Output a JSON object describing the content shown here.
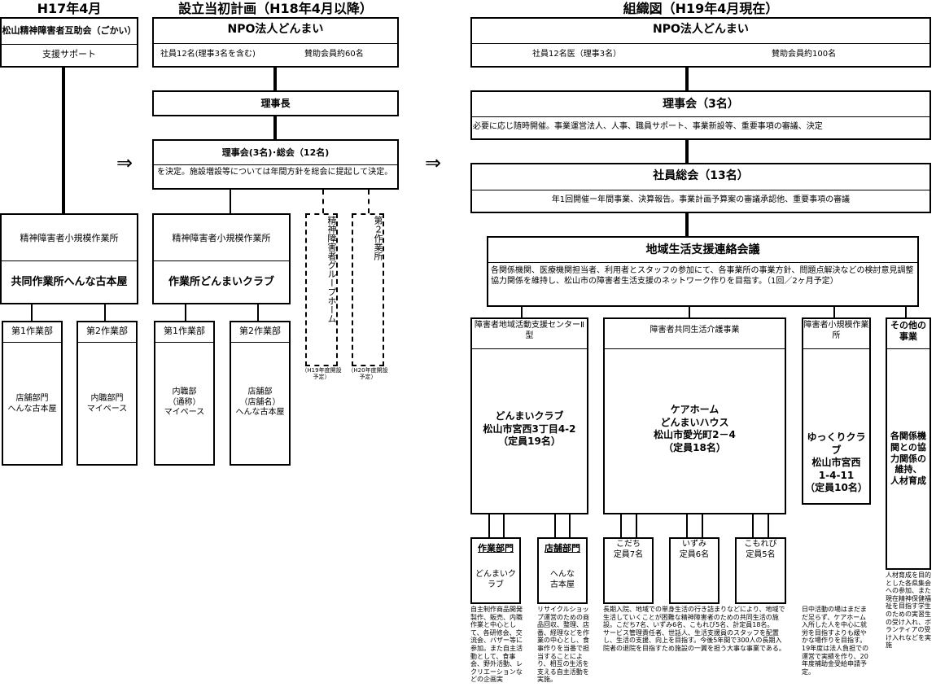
{
  "headers": {
    "h17": "H17年4月",
    "plan": "設立当初計画（H18年4月以降）",
    "org": "組織図（H19年4月現在）"
  },
  "arrows": [
    "⇒",
    "⇒"
  ],
  "col1": {
    "group": "松山精神障害者互助会（ごかい）",
    "support": "支援サポート",
    "facility_label": "精神障害者小規模作業所",
    "facility_name": "共同作業所へんな古本屋",
    "dept1": {
      "title": "第1作業部",
      "body": "店舗部門\nへんな古本屋"
    },
    "dept2": {
      "title": "第2作業部",
      "body": "内職部門\nマイペース"
    }
  },
  "col2": {
    "npo": "NPO法人どんまい",
    "members": "社員12名(理事3名を含む)",
    "supporters": "賛助会員約60名",
    "chair": "理事長",
    "board_title": "理事会(3名)･総会（12名)",
    "board_desc": "を決定。施設増設等については年間方針を総会に提起して決定。",
    "facility_label": "精神障害者小規模作業所",
    "facility_name": "作業所どんまいクラブ",
    "dept1": {
      "title": "第1作業部",
      "body": "内職部\n（通称）\nマイペース"
    },
    "dept2": {
      "title": "第2作業部",
      "body": "店舗部\n（店舗名）\nへんな古本屋"
    },
    "gh": {
      "title": "精神障害者グループホーム",
      "note": "（H19年度開設予定）"
    },
    "second": {
      "title": "第２作業所",
      "note": "（H20年度開設予定）"
    }
  },
  "col3": {
    "npo": "NPO法人どんまい",
    "members": "社員12名医（理事3名）",
    "supporters": "賛助会員約100名",
    "board_title": "理事会（3名）",
    "board_desc": "必要に応じ随時開催。事業運営法人、人事、職員サポート、事業新設等、重要事項の審議、決定",
    "general_title": "社員総会（13名）",
    "general_desc": "年1回開催ー年間事業、決算報告。事業計画予算案の審議承認他、重要事項の審議",
    "council_title": "地域生活支援連絡会議",
    "council_desc": "各関係機関、医療機関担当者、利用者とスタッフの参加にて、各事業所の事業方針、問題点解決などの検討意見調整協力関係を維持し、松山市の障害者生活支援のネットワーク作りを目指す。（1回／2ヶ月予定）",
    "center": {
      "title": "障害者地域活動支援センターⅡ型",
      "body": "どんまいクラブ\n松山市宮西3丁目4-2\n（定員19名）"
    },
    "living": {
      "title": "障害者共同生活介護事業",
      "body": "ケアホーム\nどんまいハウス\n松山市愛光町2－4\n（定員18名）"
    },
    "small": {
      "title": "障害者小規模作業所",
      "body": "ゆっくりクラブ\n松山市宮西\n1-4-11\n（定員10名）"
    },
    "other": {
      "title": "その他の事業",
      "body": "各関係機関との協力関係の維持、\n人材育成"
    },
    "work_dept": {
      "title": "作業部門",
      "body": "どんまいク\nラブ"
    },
    "shop_dept": {
      "title": "店舗部門",
      "body": "へんな\n古本屋"
    },
    "kodachi": "こだち\n定員7名",
    "izumi": "いずみ\n定員6名",
    "komorebi": "こもれび\n定員5名",
    "note_work": "自主制作商品開発製作、販売、内職作業と中心として、各研修会、交流会、バザー等に参加。また自主活動として、食事会、野外活動、レクリエーションなどの企画実",
    "note_shop": "リサイクルショップ運営のための商品回収、整理、店番、経理などを作業の中心とし、食事作りを当番で担当することにより、相互の生活を支える自主活動を実施。",
    "note_living": "長期入院、地域での単身生活の行き詰まりなどにより、地域で生活していくことが困難な精神障害者のための共同生活の施設。こだち7名、いずみ6名、こもれび5名、計定員18名。\nサービス管理責任者、世話人、生活支援員のスタッフを配置し、生活の支援、向上を目指す。今後5年間で300人の長期入院者の退院を目指すため施設の一翼を担う大事な事業である。",
    "note_small": "日中活動の場はまだまだ足らず、ケアホーム入所した人を中心に就労を目指すよりも緩やかな場作りを目指す。19年度は法人負担での運営で実績を作り、20年度補助金受給申請予定。",
    "note_other": "人材育成を目的とした各県集会への参加、また現在精神保健福祉を目指す学生のための実習生の受け入れ、ボランティアの受け入れなどを実施"
  }
}
